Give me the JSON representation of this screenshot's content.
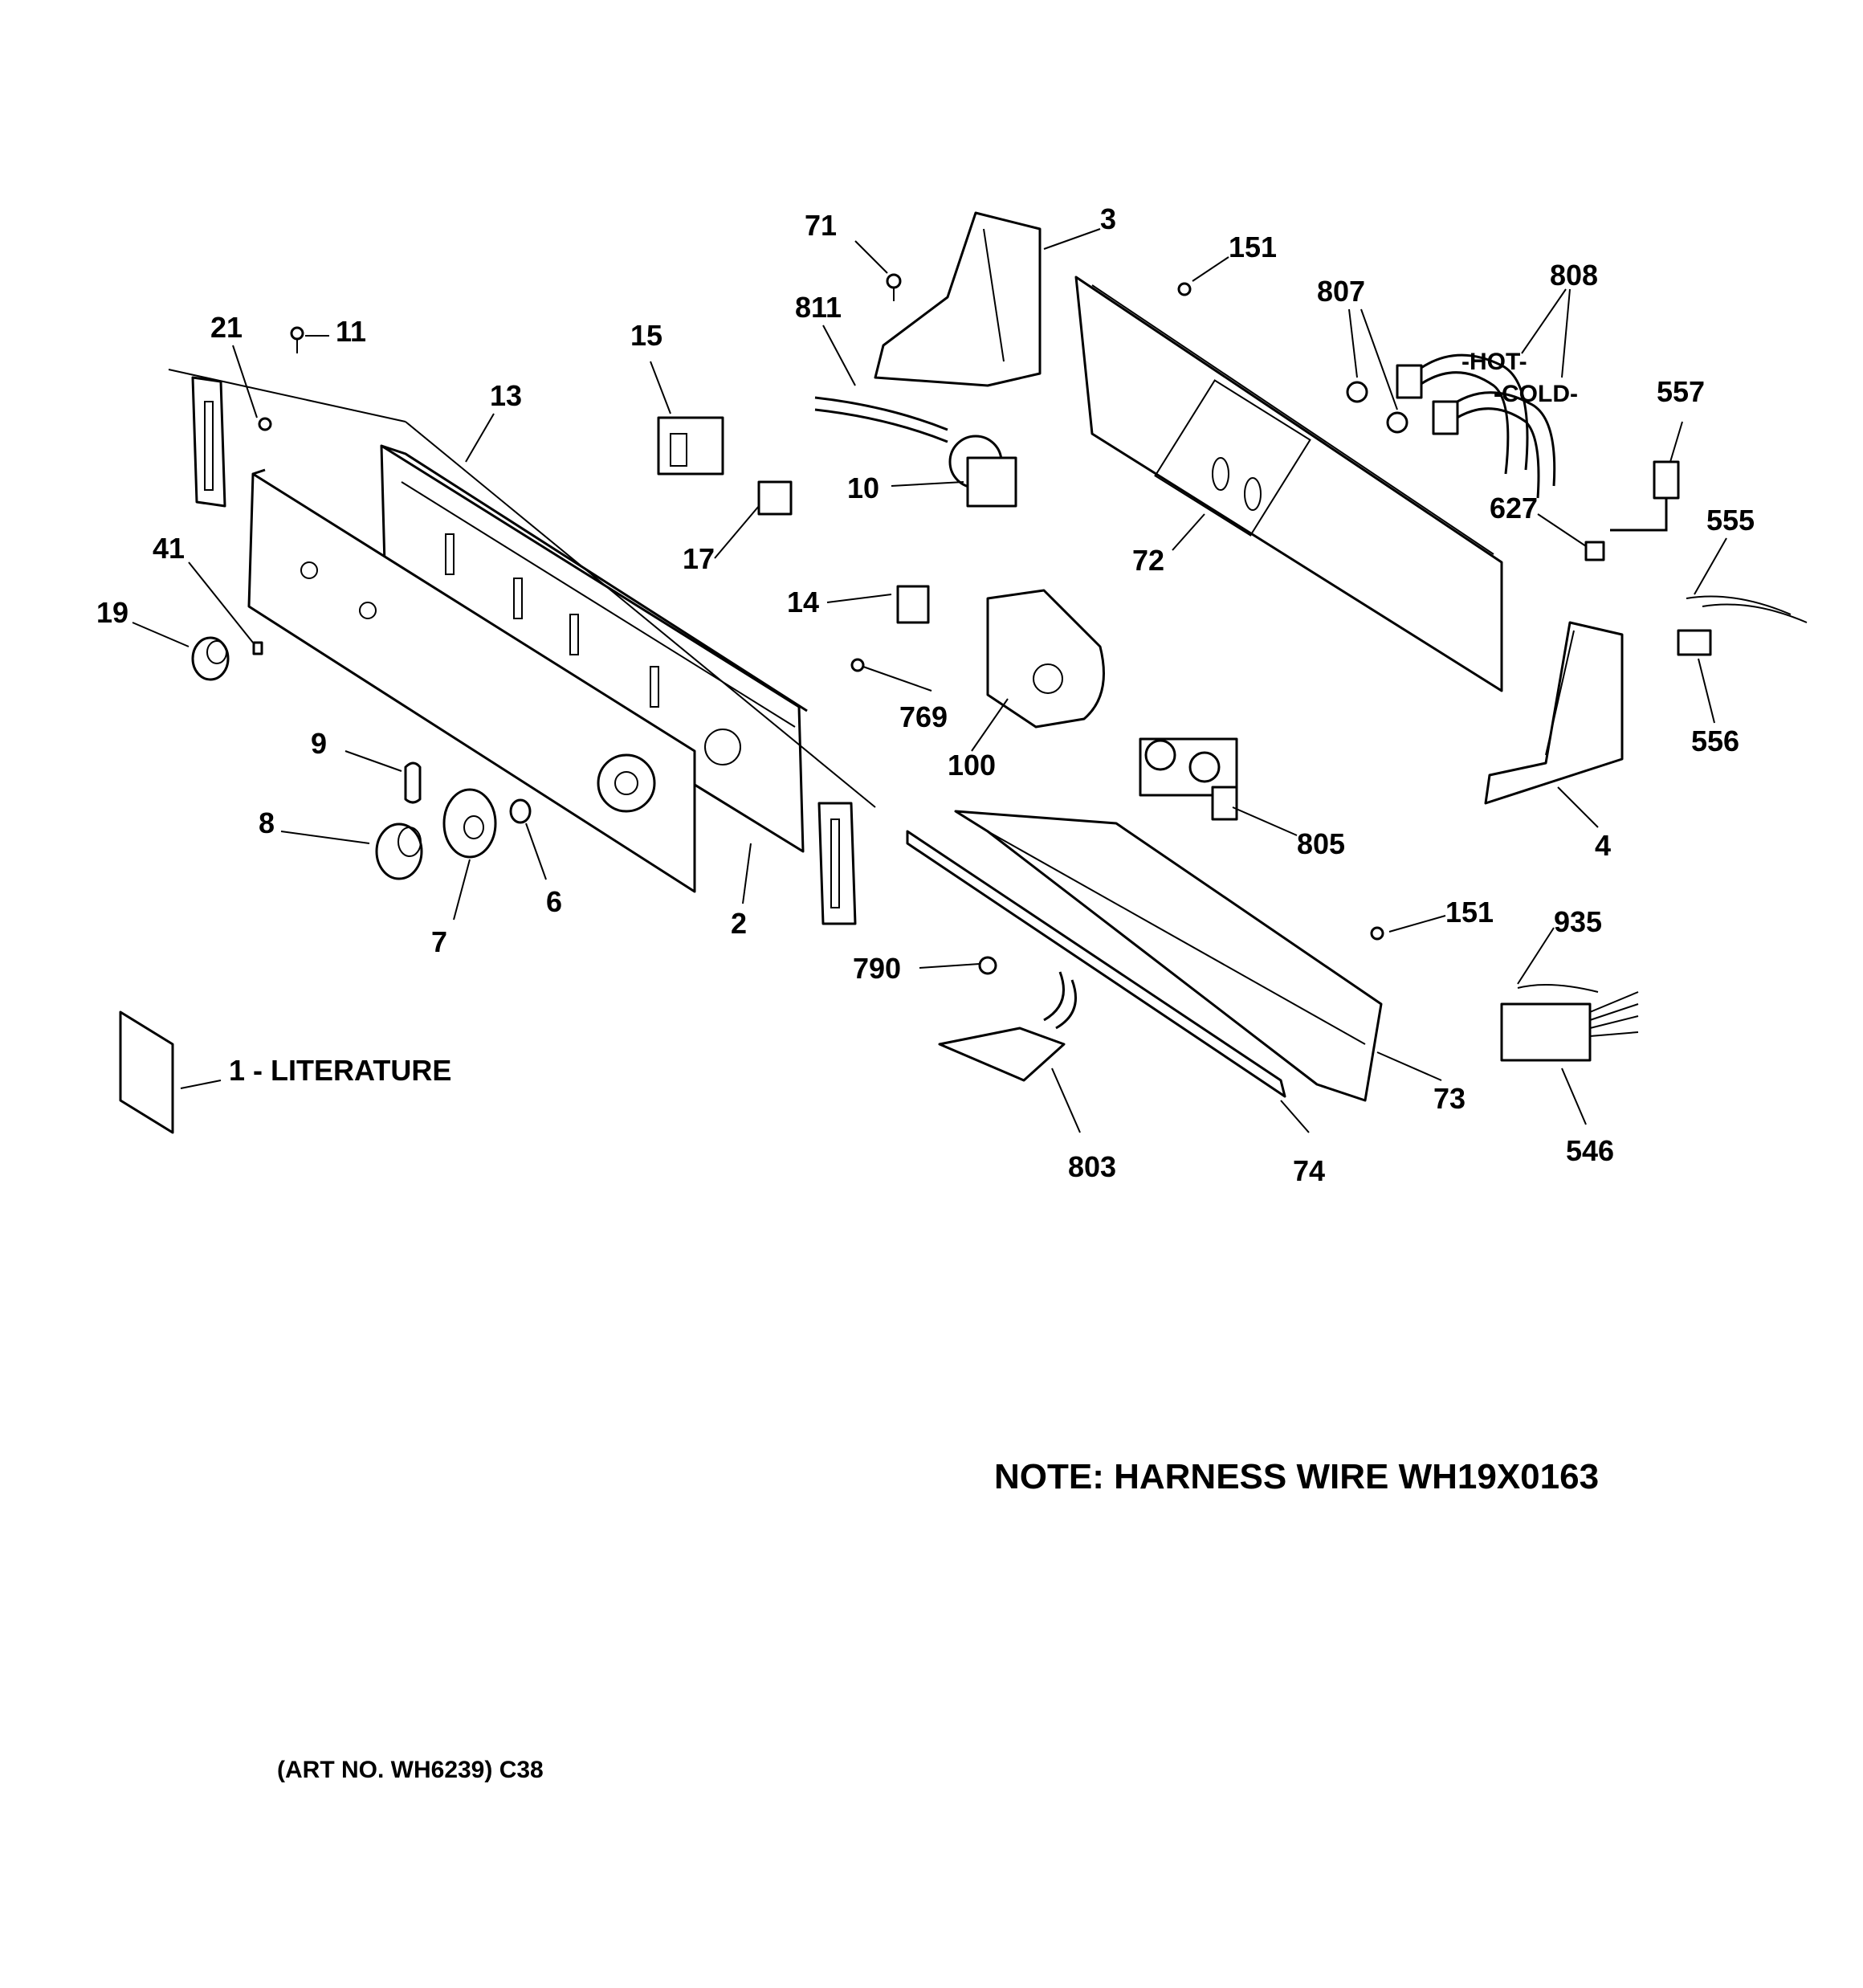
{
  "labels": {
    "l71": "71",
    "l3": "3",
    "l151a": "151",
    "l807": "807",
    "l808": "808",
    "l21": "21",
    "l11": "11",
    "l811": "811",
    "l15": "15",
    "l13": "13",
    "l557": "557",
    "l10": "10",
    "l627": "627",
    "l555": "555",
    "l72": "72",
    "l41": "41",
    "l17": "17",
    "l19": "19",
    "l14": "14",
    "l769": "769",
    "l556": "556",
    "l9": "9",
    "l100": "100",
    "l8": "8",
    "l805": "805",
    "l4": "4",
    "l6": "6",
    "l2": "2",
    "l7": "7",
    "l151b": "151",
    "l935": "935",
    "l790": "790",
    "l73": "73",
    "l546": "546",
    "l803": "803",
    "l74": "74"
  },
  "literature_label": "1 - LITERATURE",
  "note": "NOTE: HARNESS WIRE WH19X0163",
  "art_number": "(ART NO. WH6239) C38",
  "hose_markings": {
    "hot": "-HOT-",
    "cold": "-COLD-"
  }
}
